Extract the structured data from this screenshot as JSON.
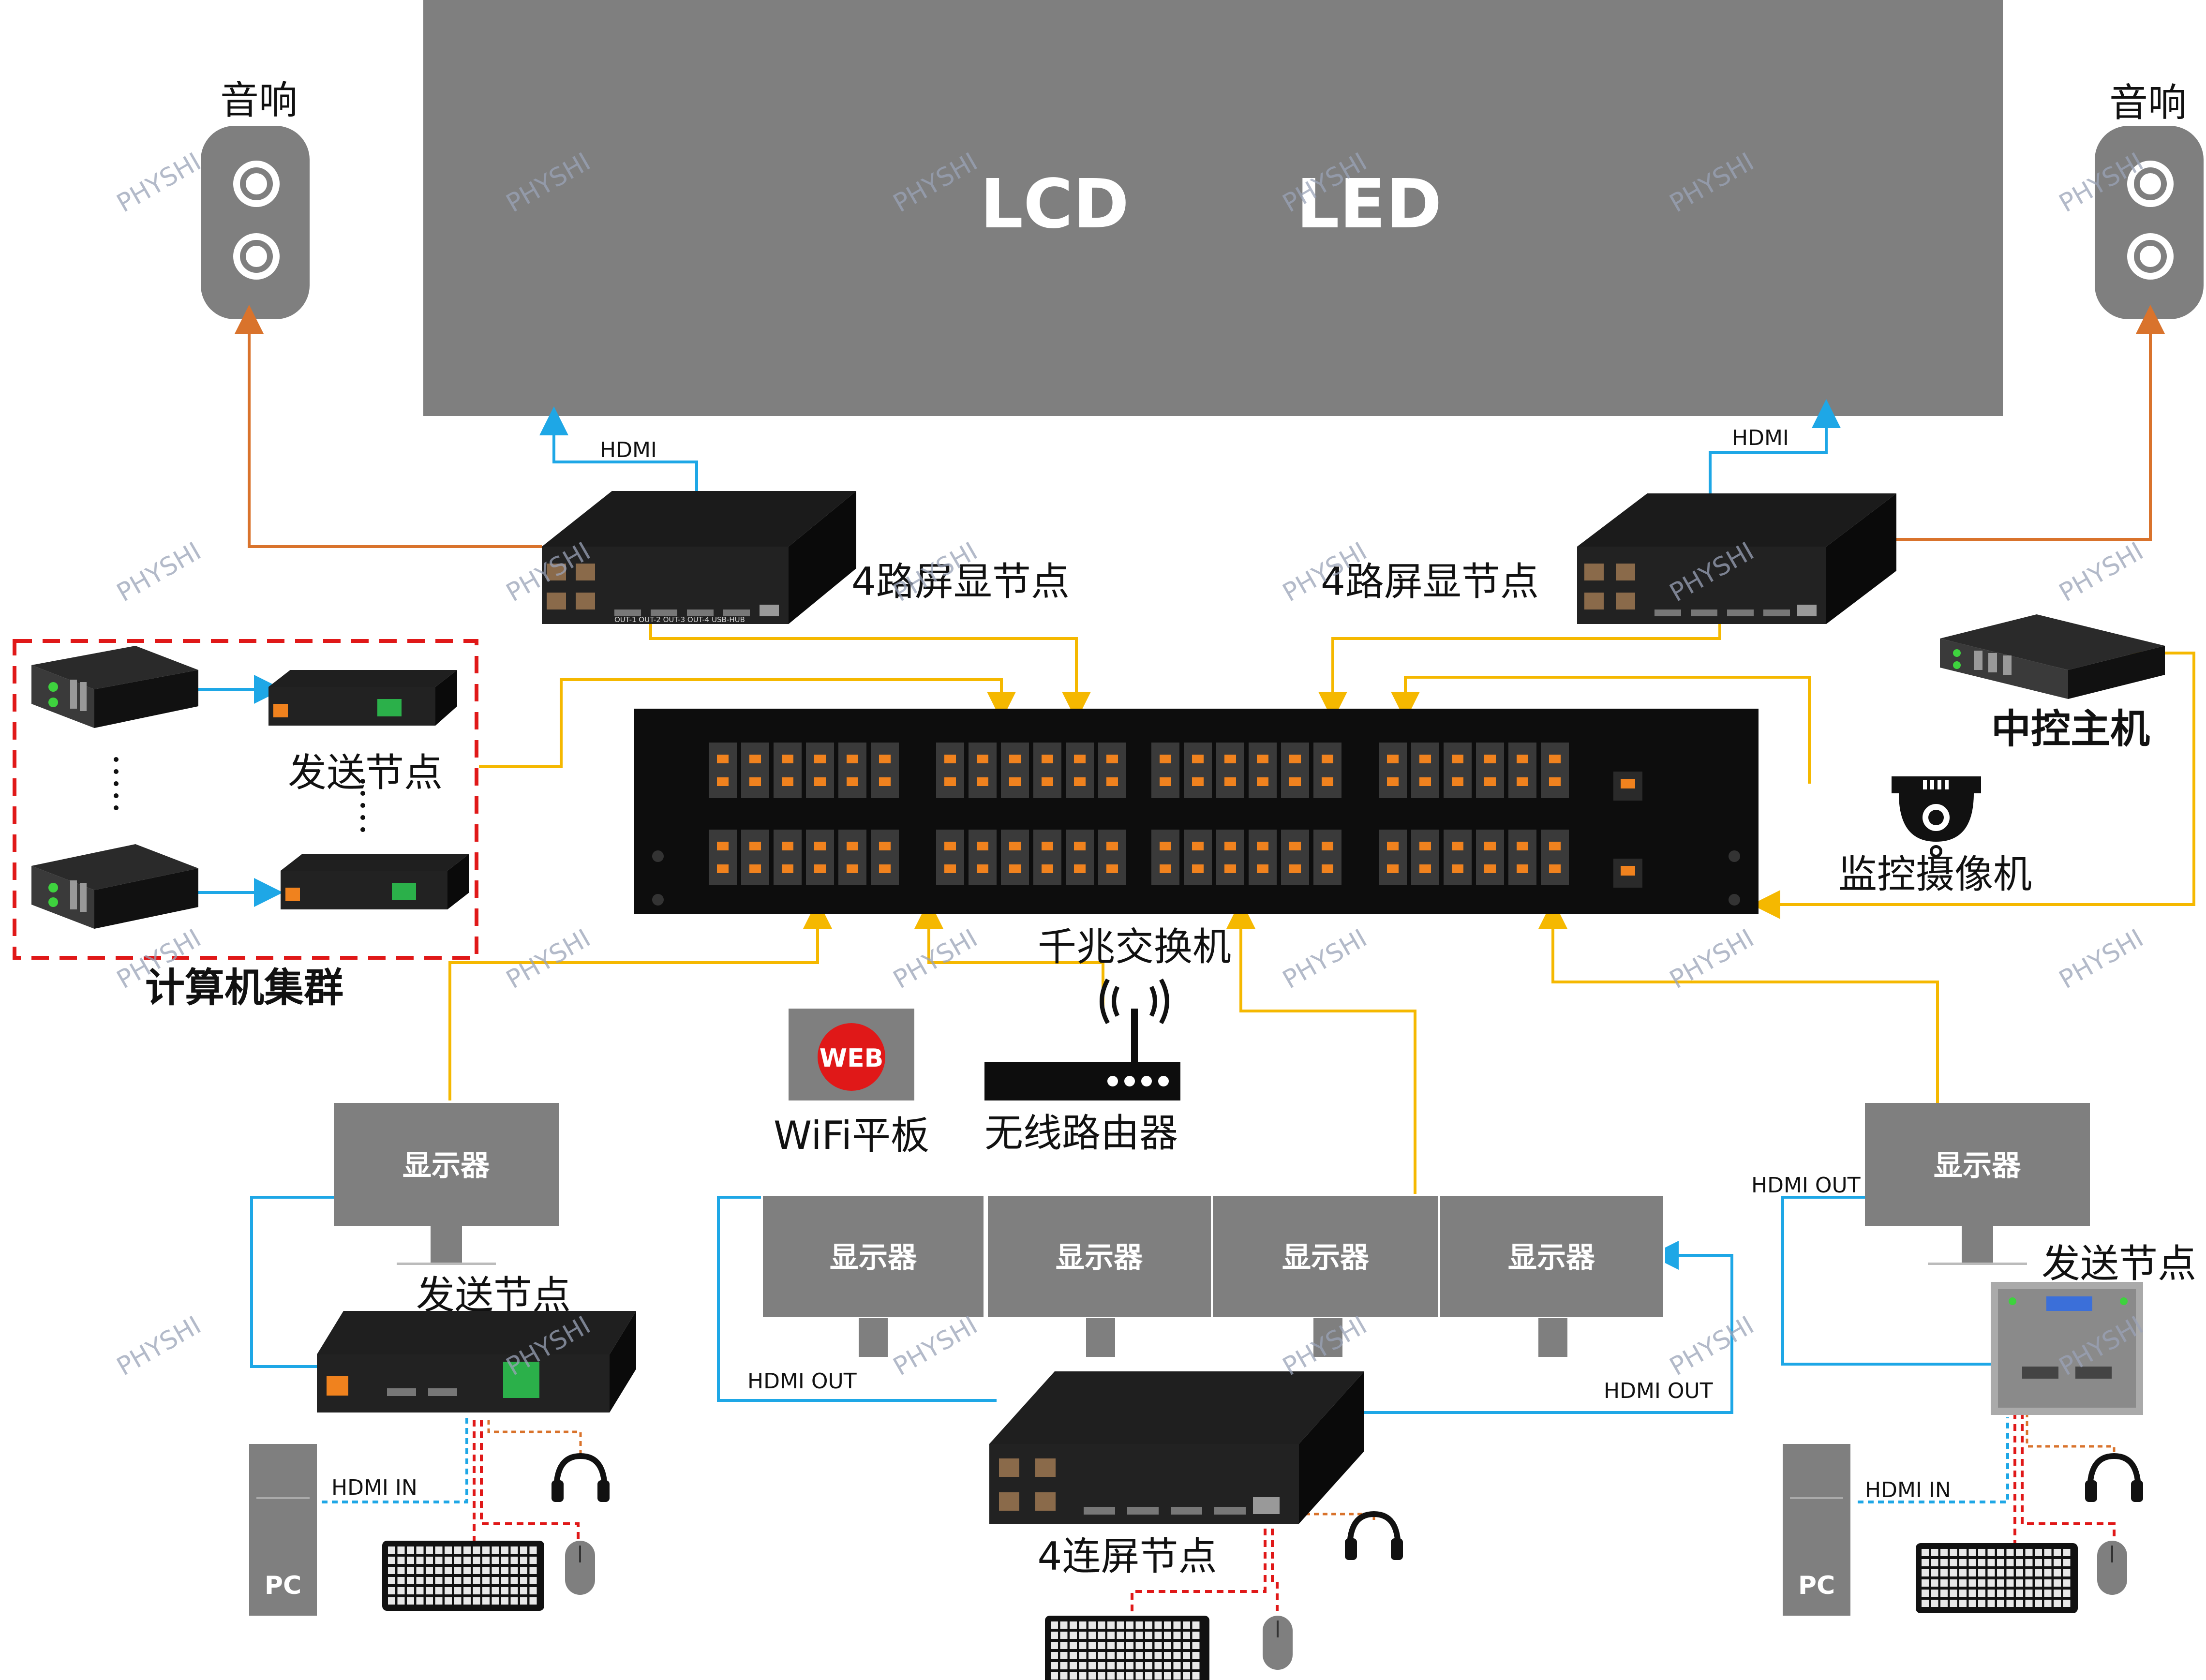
{
  "screen": {
    "lcd": "LCD",
    "led": "LED"
  },
  "speakers": {
    "left": "音响",
    "right": "音响"
  },
  "display_nodes": {
    "left": "4路屏显节点",
    "right": "4路屏显节点"
  },
  "hdmi": "HDMI",
  "hdmi_out": "HDMI OUT",
  "hdmi_in": "HDMI IN",
  "cluster": {
    "send_node": "发送节点",
    "title": "计算机集群"
  },
  "switch_label": "千兆交换机",
  "central": "中控主机",
  "camera": "监控摄像机",
  "wifi_tablet": {
    "badge": "WEB",
    "label": "WiFi平板"
  },
  "router": "无线路由器",
  "monitor": "显示器",
  "send_node": "发送节点",
  "multi_node": "4连屏节点",
  "pc": "PC",
  "watermark": "PHYSHI",
  "colors": {
    "orange_line": "#d9732c",
    "blue_line": "#1ea7e6",
    "yellow_line": "#f5b800",
    "red_line": "#e01818",
    "screen": "#7f7f7f",
    "port": "#f0821e"
  }
}
